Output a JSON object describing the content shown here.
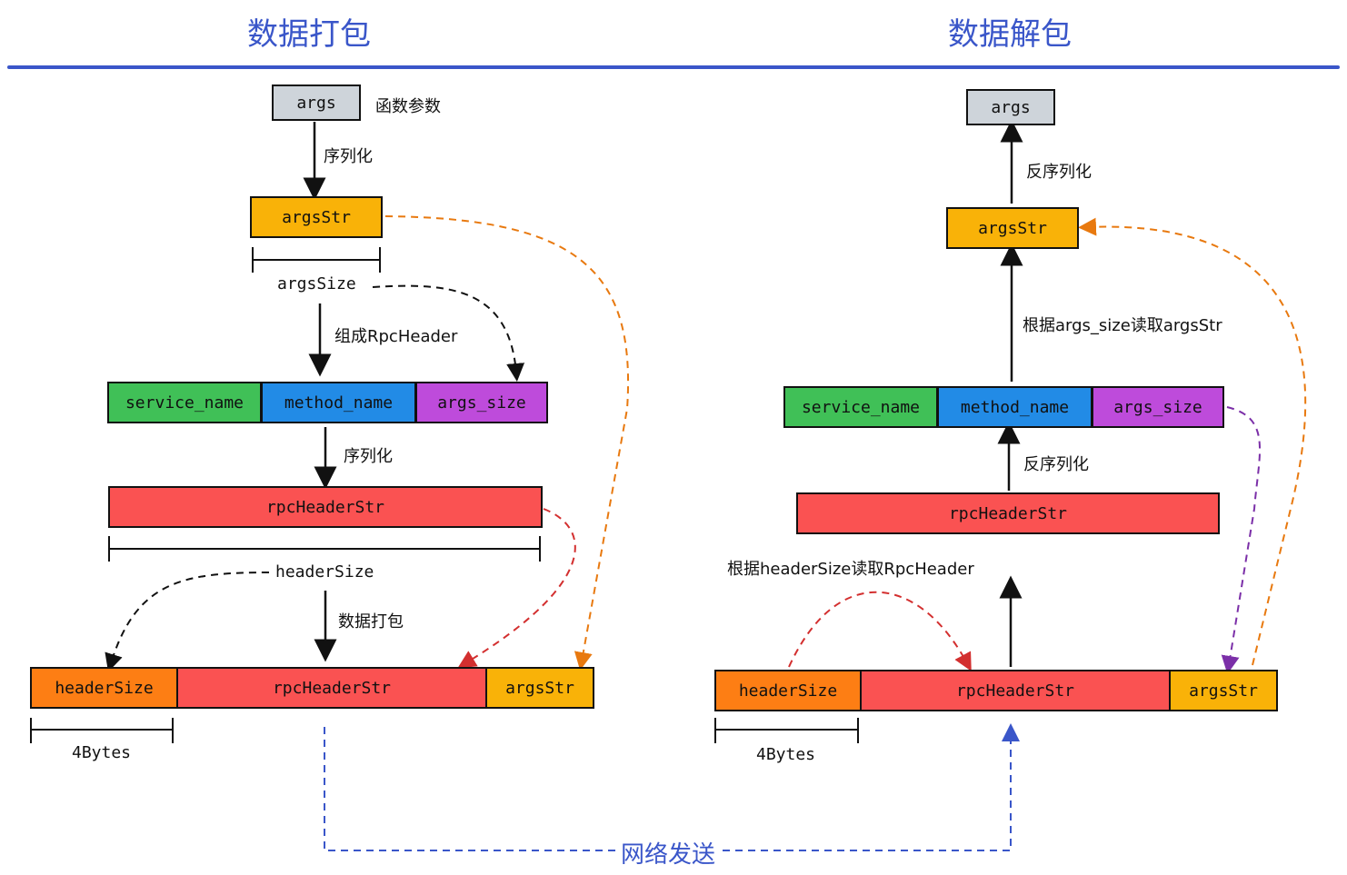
{
  "titles": {
    "pack": "数据打包",
    "unpack": "数据解包"
  },
  "colors": {
    "title_blue": "#3a56c9",
    "args_gray": "#ced4da",
    "argsStr_orange": "#f9b208",
    "headerSize_orange": "#fd7e14",
    "service_green": "#40c057",
    "method_blue": "#228be6",
    "argsSize_purple": "#be4bdb",
    "rpcHeader_red": "#fa5252"
  },
  "pack": {
    "args": "args",
    "args_note": "函数参数",
    "serialize1": "序列化",
    "argsStr": "argsStr",
    "argsSize": "argsSize",
    "compose": "组成RpcHeader",
    "header_fields": [
      "service_name",
      "method_name",
      "args_size"
    ],
    "serialize2": "序列化",
    "rpcHeaderStr": "rpcHeaderStr",
    "headerSize": "headerSize",
    "pack_step": "数据打包",
    "packet": [
      "headerSize",
      "rpcHeaderStr",
      "argsStr"
    ],
    "bytes": "4Bytes"
  },
  "unpack": {
    "args": "args",
    "deserialize1": "反序列化",
    "argsStr": "argsStr",
    "read_args": "根据args_size读取argsStr",
    "header_fields": [
      "service_name",
      "method_name",
      "args_size"
    ],
    "deserialize2": "反序列化",
    "rpcHeaderStr": "rpcHeaderStr",
    "read_header": "根据headerSize读取RpcHeader",
    "packet": [
      "headerSize",
      "rpcHeaderStr",
      "argsStr"
    ],
    "bytes": "4Bytes"
  },
  "network": "网络发送"
}
